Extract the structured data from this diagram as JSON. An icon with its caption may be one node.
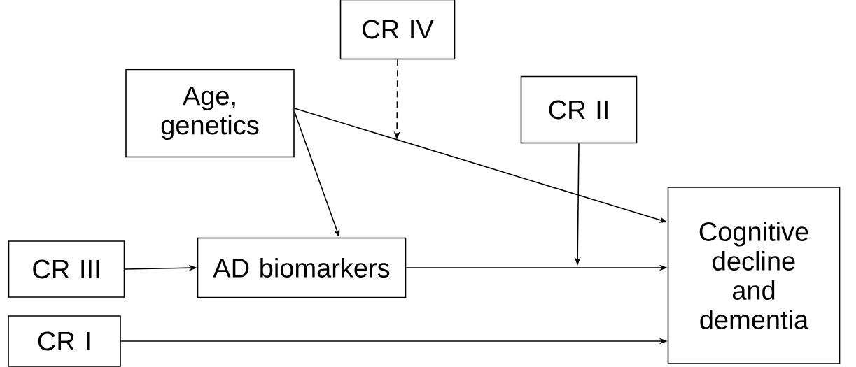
{
  "diagram": {
    "nodes": [
      {
        "text": [
          "CR IV"
        ]
      },
      {
        "text": [
          "Age, genetics"
        ]
      },
      {
        "text": [
          "CR II"
        ]
      },
      {
        "text": [
          "Cognitive decline and dementia"
        ]
      },
      {
        "text": [
          "CR III"
        ]
      },
      {
        "text": [
          "AD biomarkers"
        ]
      },
      {
        "text": [
          "CR I"
        ]
      }
    ],
    "edges": [
      {
        "from": 1,
        "to": 3,
        "arrow": "to"
      },
      {
        "from": 0,
        "to": null,
        "arrow": "to",
        "style": "dashed"
      },
      {
        "from": 2,
        "to": null,
        "arrow": "to"
      },
      {
        "from": 1,
        "to": 5,
        "arrow": "to"
      },
      {
        "from": 4,
        "to": 5,
        "arrow": "to"
      },
      {
        "from": 5,
        "to": 3,
        "arrow": "to"
      },
      {
        "from": 6,
        "to": 3,
        "arrow": "to"
      }
    ]
  }
}
